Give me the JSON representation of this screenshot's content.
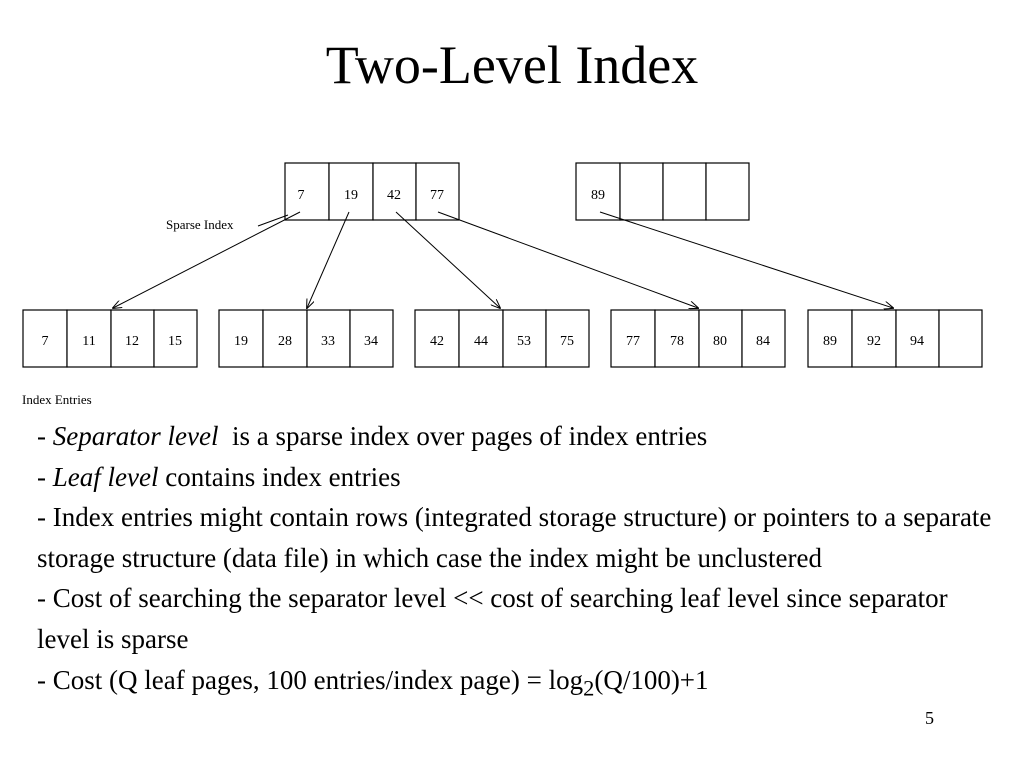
{
  "title": "Two-Level Index",
  "diagram": {
    "separator_label": "Sparse Index",
    "leaf_label": "Index Entries",
    "separator_nodes": [
      [
        "7",
        "19",
        "42",
        "77"
      ],
      [
        "89",
        "",
        "",
        ""
      ]
    ],
    "leaf_nodes": [
      [
        "7",
        "11",
        "12",
        "15"
      ],
      [
        "19",
        "28",
        "33",
        "34"
      ],
      [
        "42",
        "44",
        "53",
        "75"
      ],
      [
        "77",
        "78",
        "80",
        "84"
      ],
      [
        "89",
        "92",
        "94",
        ""
      ]
    ],
    "pointers": [
      {
        "from": "7",
        "to": "leaf page 1"
      },
      {
        "from": "19",
        "to": "leaf page 2"
      },
      {
        "from": "42",
        "to": "leaf page 3"
      },
      {
        "from": "77",
        "to": "leaf page 4"
      },
      {
        "from": "89",
        "to": "leaf page 5"
      }
    ]
  },
  "bullets": {
    "b1": {
      "dash": "- ",
      "em": "Separator level",
      "rest": "  is a sparse index over pages of index entries"
    },
    "b2": {
      "dash": "- ",
      "em": "Leaf level",
      "rest": " contains index entries"
    },
    "b3": "- Index entries might contain rows (integrated storage structure) or pointers to a separate storage structure (data file) in  which case the index might be unclustered",
    "b4": "- Cost of searching the separator level << cost of searching leaf level since separator level is sparse",
    "b5": {
      "pre": "- Cost (Q leaf pages, 100 entries/index page) = log",
      "sub": "2",
      "post": "(Q/100)+1"
    }
  },
  "page_number": "5"
}
